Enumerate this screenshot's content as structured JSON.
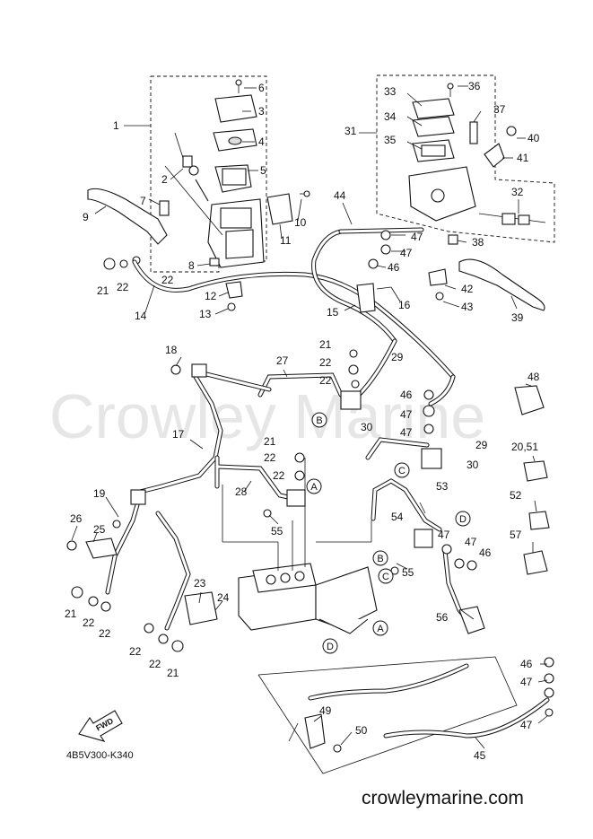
{
  "watermark": "Crowley Marine",
  "footer": {
    "website": "crowleymarine.com",
    "drawing_code": "4B5V300-K340",
    "fwd_label": "FWD"
  },
  "callouts": [
    "1",
    "2",
    "3",
    "4",
    "5",
    "6",
    "7",
    "8",
    "9",
    "10",
    "11",
    "12",
    "13",
    "14",
    "15",
    "16",
    "17",
    "18",
    "19",
    "20,51",
    "21",
    "22",
    "23",
    "24",
    "25",
    "26",
    "27",
    "28",
    "29",
    "30",
    "31",
    "32",
    "33",
    "34",
    "35",
    "36",
    "37",
    "38",
    "39",
    "40",
    "41",
    "42",
    "43",
    "44",
    "45",
    "46",
    "47",
    "48",
    "49",
    "50",
    "52",
    "53",
    "54",
    "55",
    "56",
    "57"
  ],
  "reference_markers": [
    "A",
    "B",
    "C",
    "D"
  ]
}
